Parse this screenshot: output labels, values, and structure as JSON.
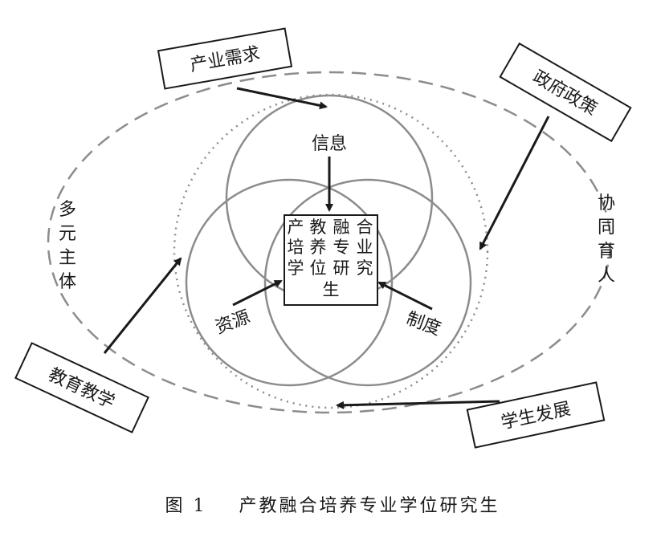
{
  "boxes": {
    "industry_demand": "产业需求",
    "government_policy": "政府政策",
    "education_teaching": "教育教学",
    "student_development": "学生发展"
  },
  "side_labels": {
    "left": [
      "多",
      "元",
      "主",
      "体"
    ],
    "right": [
      "协",
      "同",
      "育",
      "人"
    ]
  },
  "circle_labels": {
    "information": "信息",
    "resources": "资源",
    "institutions": "制度"
  },
  "center_box": {
    "columns": [
      [
        "产",
        "培",
        "学"
      ],
      [
        "教",
        "养",
        "位",
        "生"
      ],
      [
        "融",
        "专",
        "研"
      ],
      [
        "合",
        "业",
        "究"
      ]
    ]
  },
  "caption": {
    "figure_number": "图 1",
    "title": "产教融合培养专业学位研究生"
  },
  "colors": {
    "line": "#1a1a1a",
    "circle": "#8c8c8c",
    "dashed": "#8c8c8c"
  }
}
